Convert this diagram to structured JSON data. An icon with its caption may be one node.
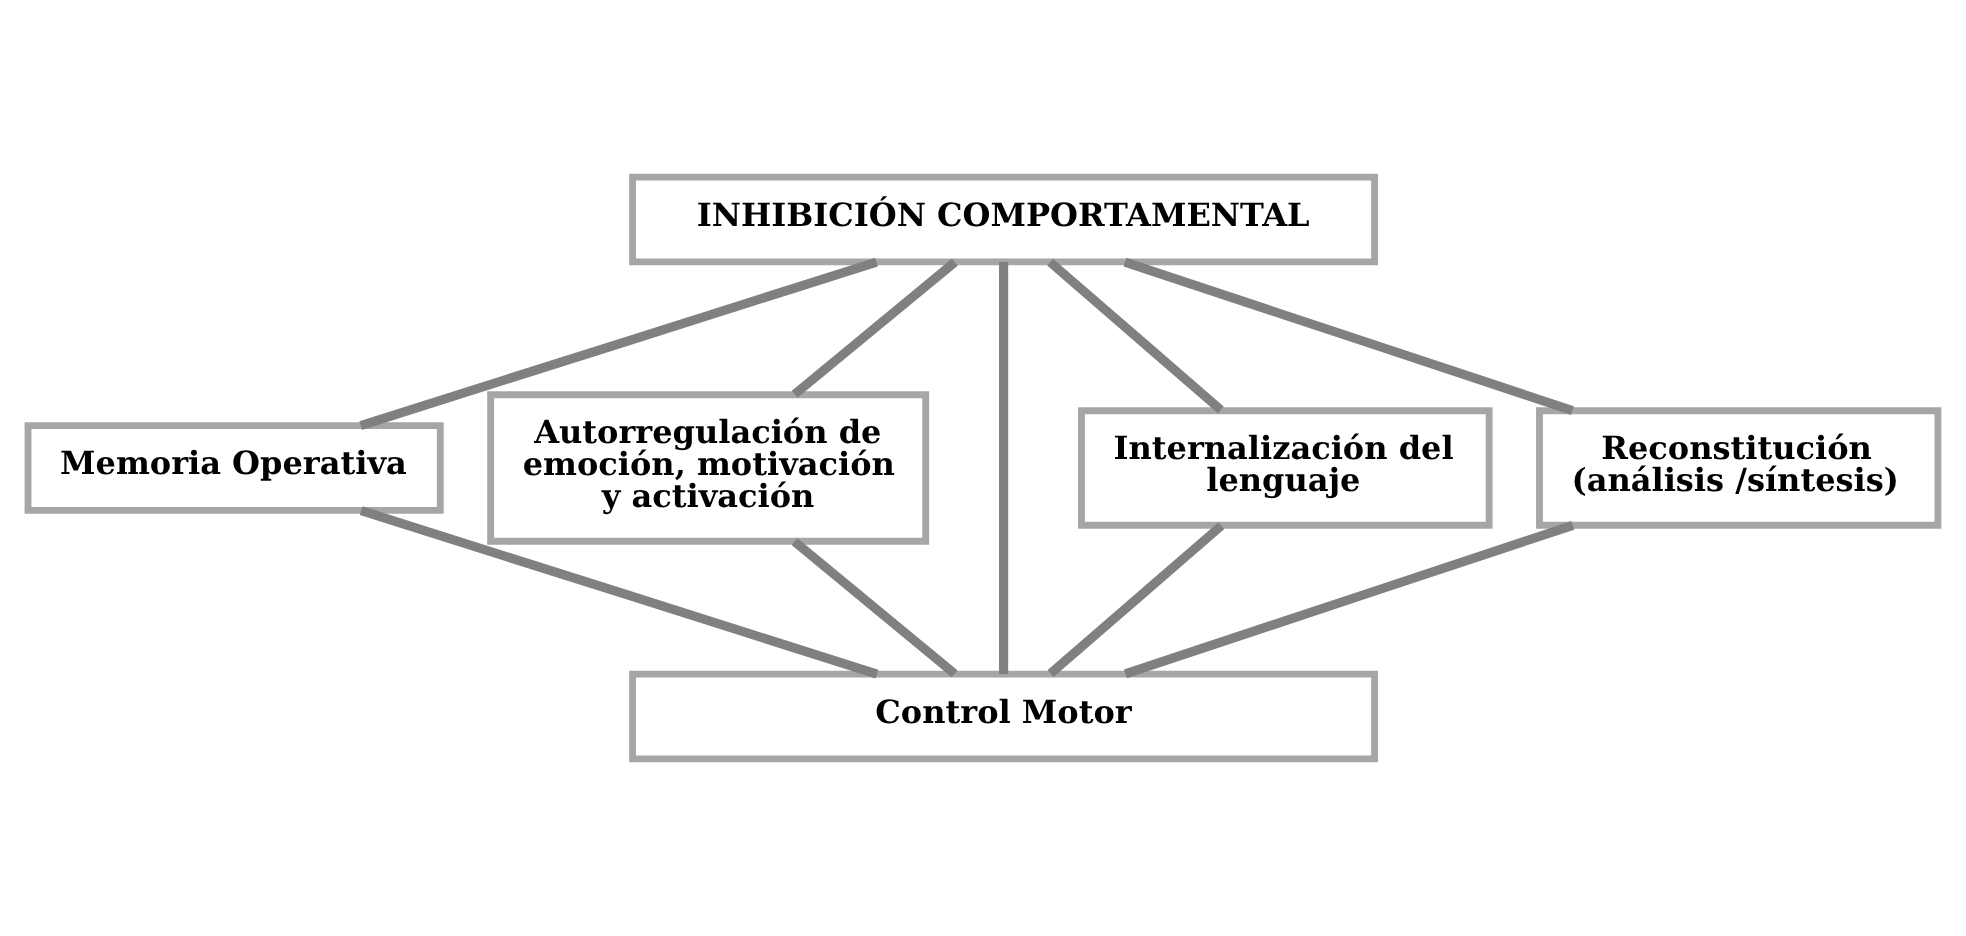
{
  "diagram": {
    "nodes": [
      {
        "text": [
          "INHIBICIÓN COMPORTAMENTAL"
        ]
      },
      {
        "text": [
          "Memoria Operativa"
        ]
      },
      {
        "text": [
          "Autorregulación de emoción, motivación y activación"
        ]
      },
      {
        "text": [
          "Internalización del lenguaje"
        ]
      },
      {
        "text": [
          "Reconstitución (análisis /síntesis)"
        ]
      },
      {
        "text": [
          "Control Motor"
        ]
      }
    ],
    "edges": [
      {
        "from": 0,
        "to": 1,
        "arrow": "none"
      },
      {
        "from": 0,
        "to": 2,
        "arrow": "none"
      },
      {
        "from": 0,
        "to": 5,
        "arrow": "none"
      },
      {
        "from": 0,
        "to": 3,
        "arrow": "none"
      },
      {
        "from": 0,
        "to": 4,
        "arrow": "none"
      },
      {
        "from": 1,
        "to": 5,
        "arrow": "none"
      },
      {
        "from": 2,
        "to": 5,
        "arrow": "none"
      },
      {
        "from": 3,
        "to": 5,
        "arrow": "none"
      },
      {
        "from": 4,
        "to": 5,
        "arrow": "none"
      }
    ]
  }
}
